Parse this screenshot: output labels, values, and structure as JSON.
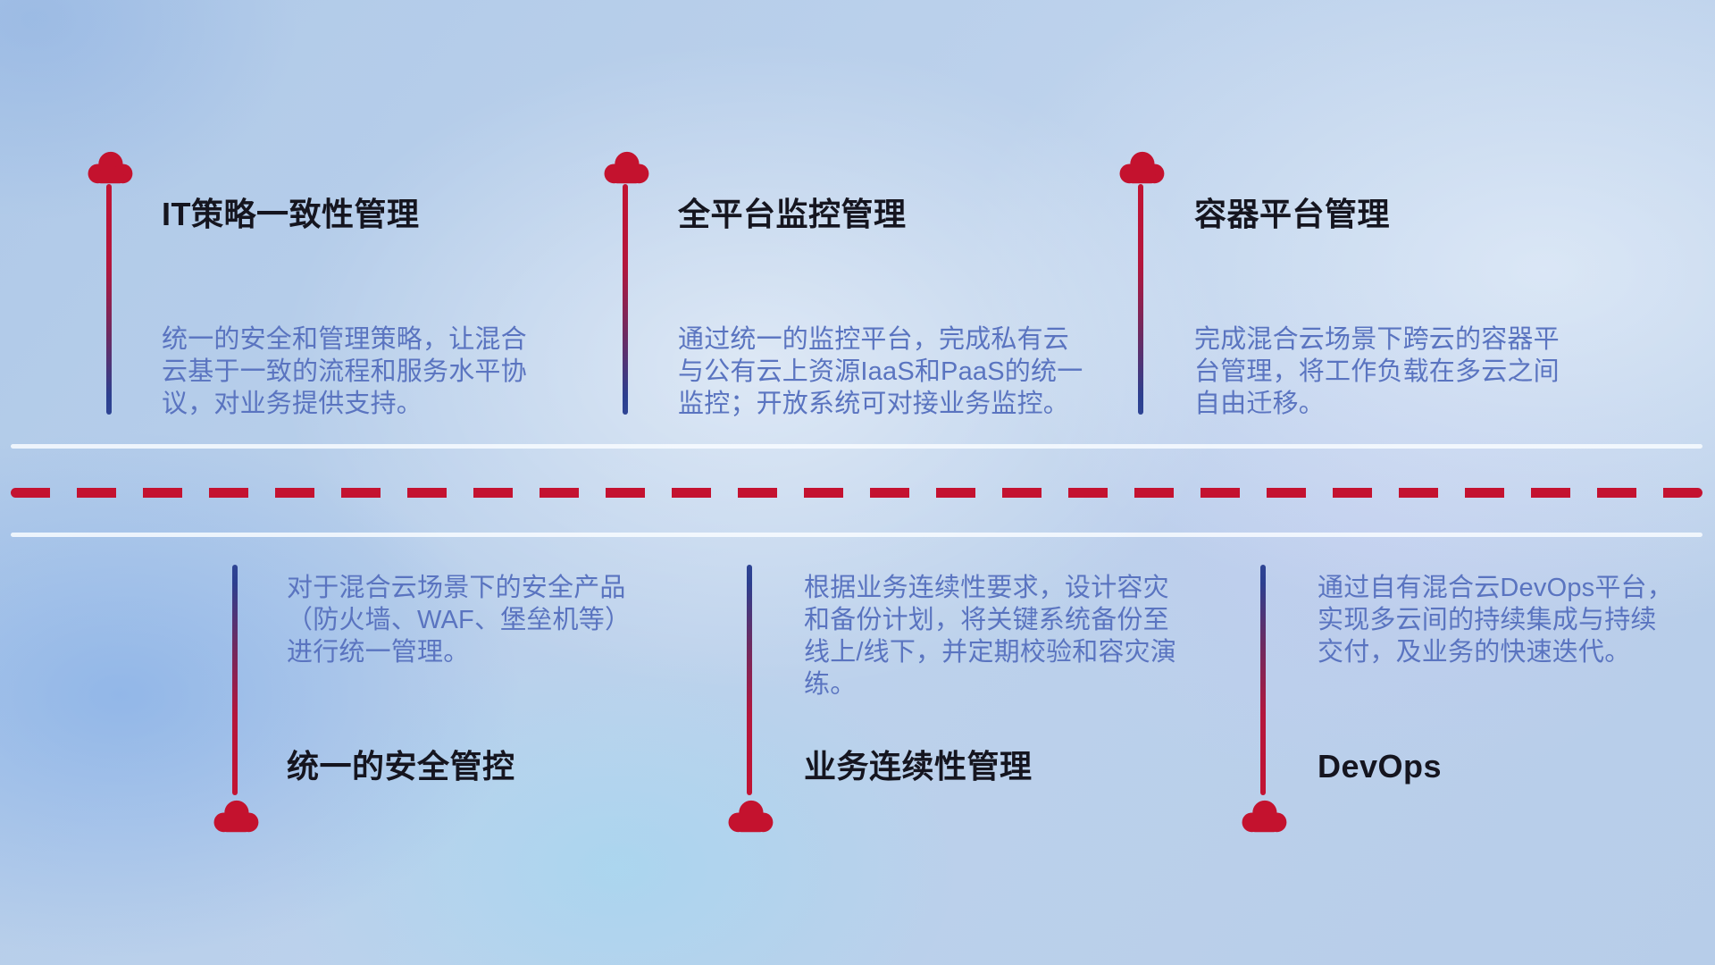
{
  "palette": {
    "accent_red": "#c41230",
    "accent_blue": "#2e4494",
    "title_color": "#15151f",
    "desc_color": "#5a74c0",
    "divider_solid": "#f8fbff"
  },
  "icons": {
    "cloud": "cloud-icon"
  },
  "top_items": [
    {
      "title": "IT策略一致性管理",
      "desc": "统一的安全和管理策略，让混合云基于一致的流程和服务水平协议，对业务提供支持。"
    },
    {
      "title": "全平台监控管理",
      "desc": "通过统一的监控平台，完成私有云与公有云上资源IaaS和PaaS的统一监控；开放系统可对接业务监控。"
    },
    {
      "title": "容器平台管理",
      "desc": "完成混合云场景下跨云的容器平台管理，将工作负载在多云之间自由迁移。"
    }
  ],
  "bottom_items": [
    {
      "title": "统一的安全管控",
      "desc": "对于混合云场景下的安全产品（防火墙、WAF、堡垒机等）进行统一管理。"
    },
    {
      "title": "业务连续性管理",
      "desc": "根据业务连续性要求，设计容灾和备份计划，将关键系统备份至线上/线下，并定期校验和容灾演练。"
    },
    {
      "title": "DevOps",
      "desc": "通过自有混合云DevOps平台，实现多云间的持续集成与持续交付，及业务的快速迭代。"
    }
  ]
}
